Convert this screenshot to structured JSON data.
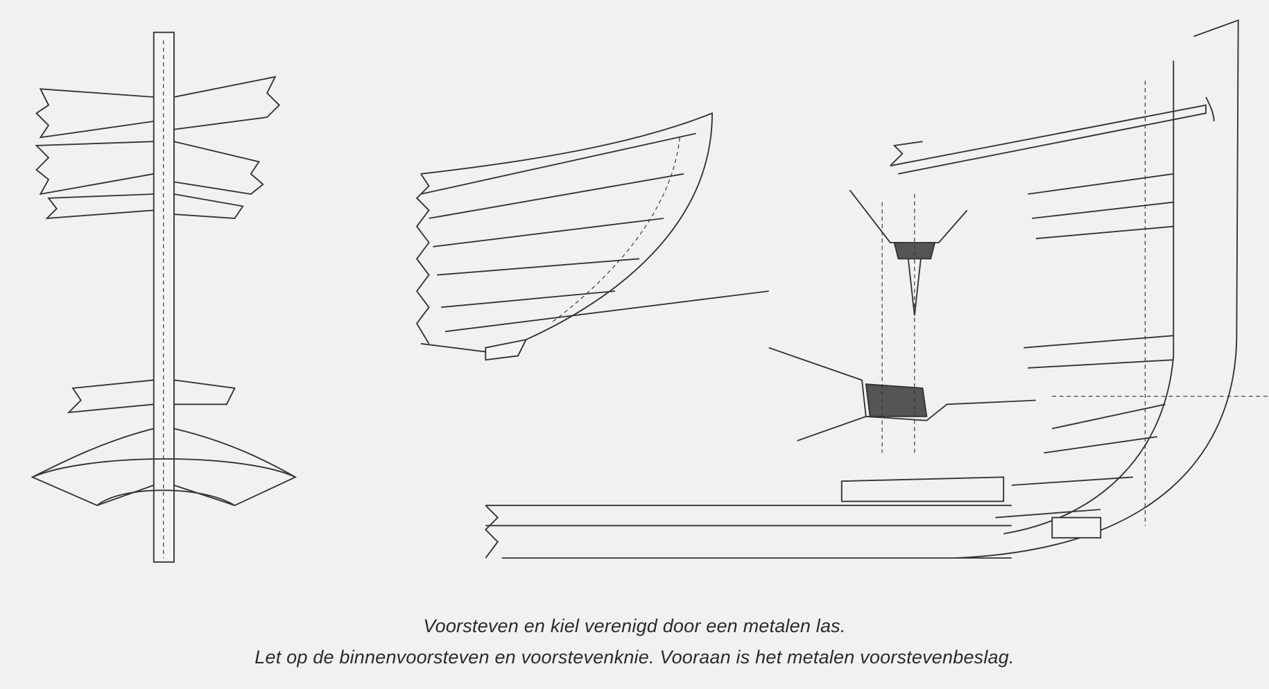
{
  "captions": {
    "line1": "Voorsteven en kiel verenigd door een metalen las.",
    "line2": "Let op de binnenvoorsteven en voorstevenknie. Vooraan is het metalen voorstevenbeslag."
  },
  "figures": [
    "stem-front-view-drawing",
    "stem-and-keel-joint-drawing",
    "cross-section-drawing",
    "stem-knee-side-view-drawing"
  ]
}
